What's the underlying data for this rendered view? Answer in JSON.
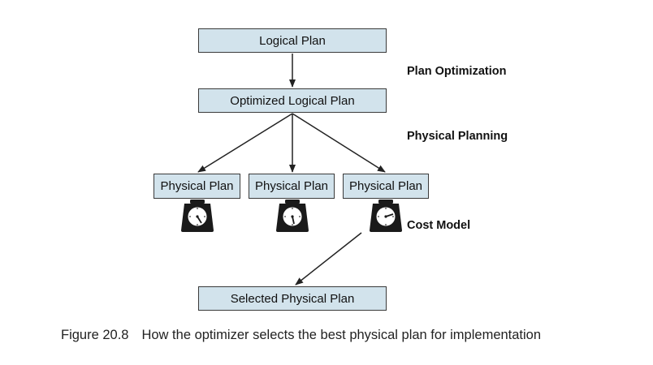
{
  "colors": {
    "box_fill": "#d2e3ec",
    "box_border": "#3a3a3a",
    "arrow": "#222222",
    "scale_body": "#1a1a1a",
    "dial_face": "#ffffff"
  },
  "nodes": {
    "logical_plan": "Logical Plan",
    "optimized_logical_plan": "Optimized Logical Plan",
    "physical_plans": [
      "Physical Plan",
      "Physical Plan",
      "Physical Plan"
    ],
    "selected_physical_plan": "Selected Physical Plan"
  },
  "stage_labels": {
    "plan_optimization": "Plan Optimization",
    "physical_planning": "Physical Planning",
    "cost_model": "Cost Model"
  },
  "icons": [
    "scale-icon",
    "scale-icon",
    "scale-icon"
  ],
  "caption": {
    "number": "Figure 20.8",
    "text": "How the optimizer selects the best physical plan for implementation"
  }
}
